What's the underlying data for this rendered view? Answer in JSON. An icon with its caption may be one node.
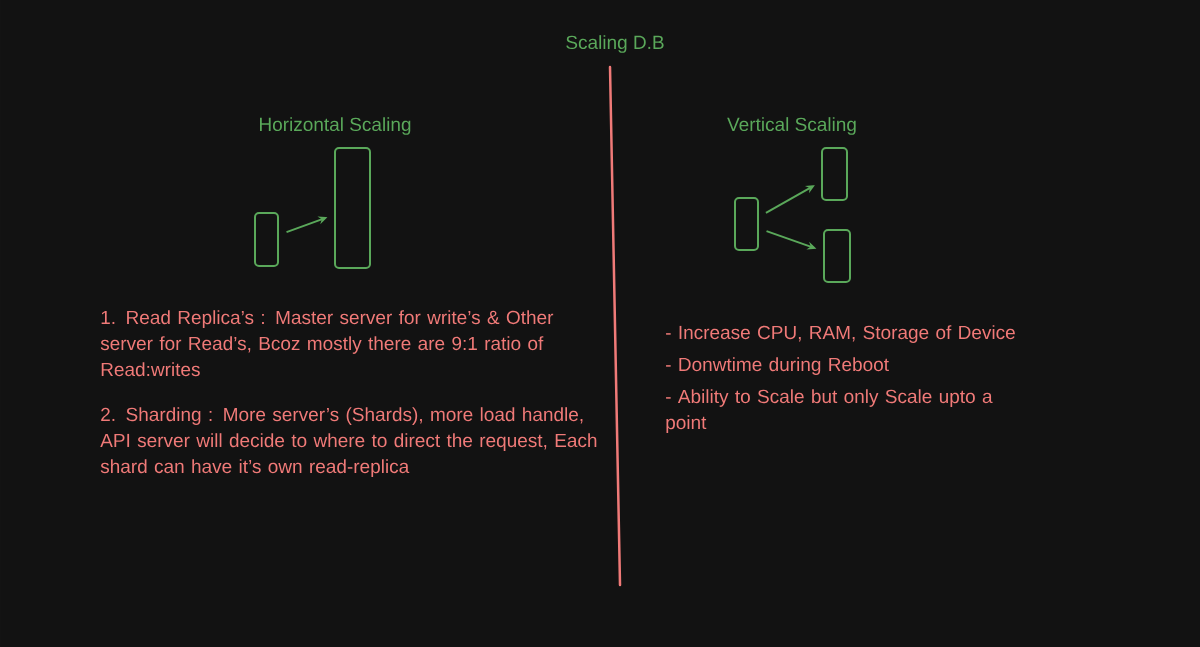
{
  "diagram": {
    "title": "Scaling D.B",
    "nodes": [
      {
        "text": [],
        "shape": "box"
      },
      {
        "text": [],
        "shape": "box"
      },
      {
        "text": [],
        "shape": "box"
      },
      {
        "text": [],
        "shape": "box"
      },
      {
        "text": [],
        "shape": "box"
      }
    ],
    "edges": [
      {
        "from": 0,
        "to": 1,
        "arrow": "to"
      },
      {
        "from": 2,
        "to": 3,
        "arrow": "to"
      },
      {
        "from": 2,
        "to": 4,
        "arrow": "to"
      }
    ],
    "labels": [
      "Horizontal Scaling",
      "Vertical Scaling",
      "1. Read Replica’s : Master server for write’s & Other server for Read’s, Bcoz mostly there are 9:1 ratio of Read:writes",
      "2. Sharding : More server’s (Shards), more load handle, API server will decide to where to direct the request, Each shard can have it’s own read-replica",
      "- Increase CPU, RAM, Storage of Device",
      "- Donwtime during Reboot",
      "- Ability to Scale but only Scale upto a point"
    ]
  }
}
